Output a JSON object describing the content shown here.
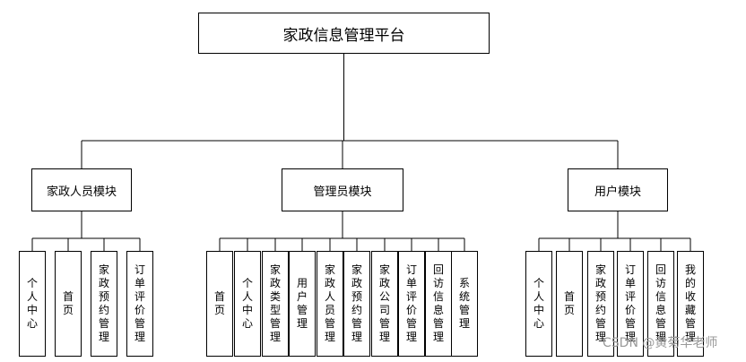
{
  "root": {
    "label": "家政信息管理平台"
  },
  "modules": [
    {
      "id": "housekeeper",
      "label": "家政人员模块",
      "children": [
        "个人中心",
        "首页",
        "家政预约管理",
        "订单评价管理"
      ]
    },
    {
      "id": "admin",
      "label": "管理员模块",
      "children": [
        "首页",
        "个人中心",
        "家政类型管理",
        "用户管理",
        "家政人员管理",
        "家政预约管理",
        "家政公司管理",
        "订单评价管理",
        "回访信息管理",
        "系统管理"
      ]
    },
    {
      "id": "user",
      "label": "用户模块",
      "children": [
        "个人中心",
        "首页",
        "家政预约管理",
        "订单评价管理",
        "回访信息管理",
        "我的收藏管理"
      ]
    }
  ],
  "watermark": "CSDN @黄菊华老师"
}
